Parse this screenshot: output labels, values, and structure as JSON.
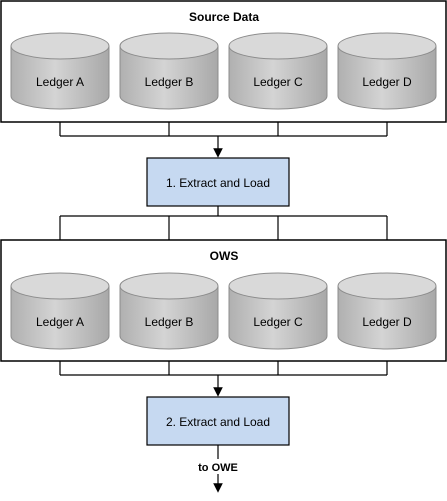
{
  "source_panel": {
    "title": "Source Data",
    "ledgers": [
      "Ledger A",
      "Ledger B",
      "Ledger C",
      "Ledger D"
    ]
  },
  "step1": {
    "label": "1. Extract and Load"
  },
  "ows_panel": {
    "title": "OWS",
    "ledgers": [
      "Ledger A",
      "Ledger B",
      "Ledger C",
      "Ledger D"
    ]
  },
  "step2": {
    "label": "2. Extract and Load"
  },
  "output": {
    "label": "to OWE"
  },
  "colors": {
    "panel_border": "#000000",
    "cylinder_body": "#c3c3c3",
    "cylinder_top": "#d9d9d9",
    "cylinder_outline": "#8c8c8c",
    "process_fill": "#c6d9f1",
    "line": "#000000"
  }
}
